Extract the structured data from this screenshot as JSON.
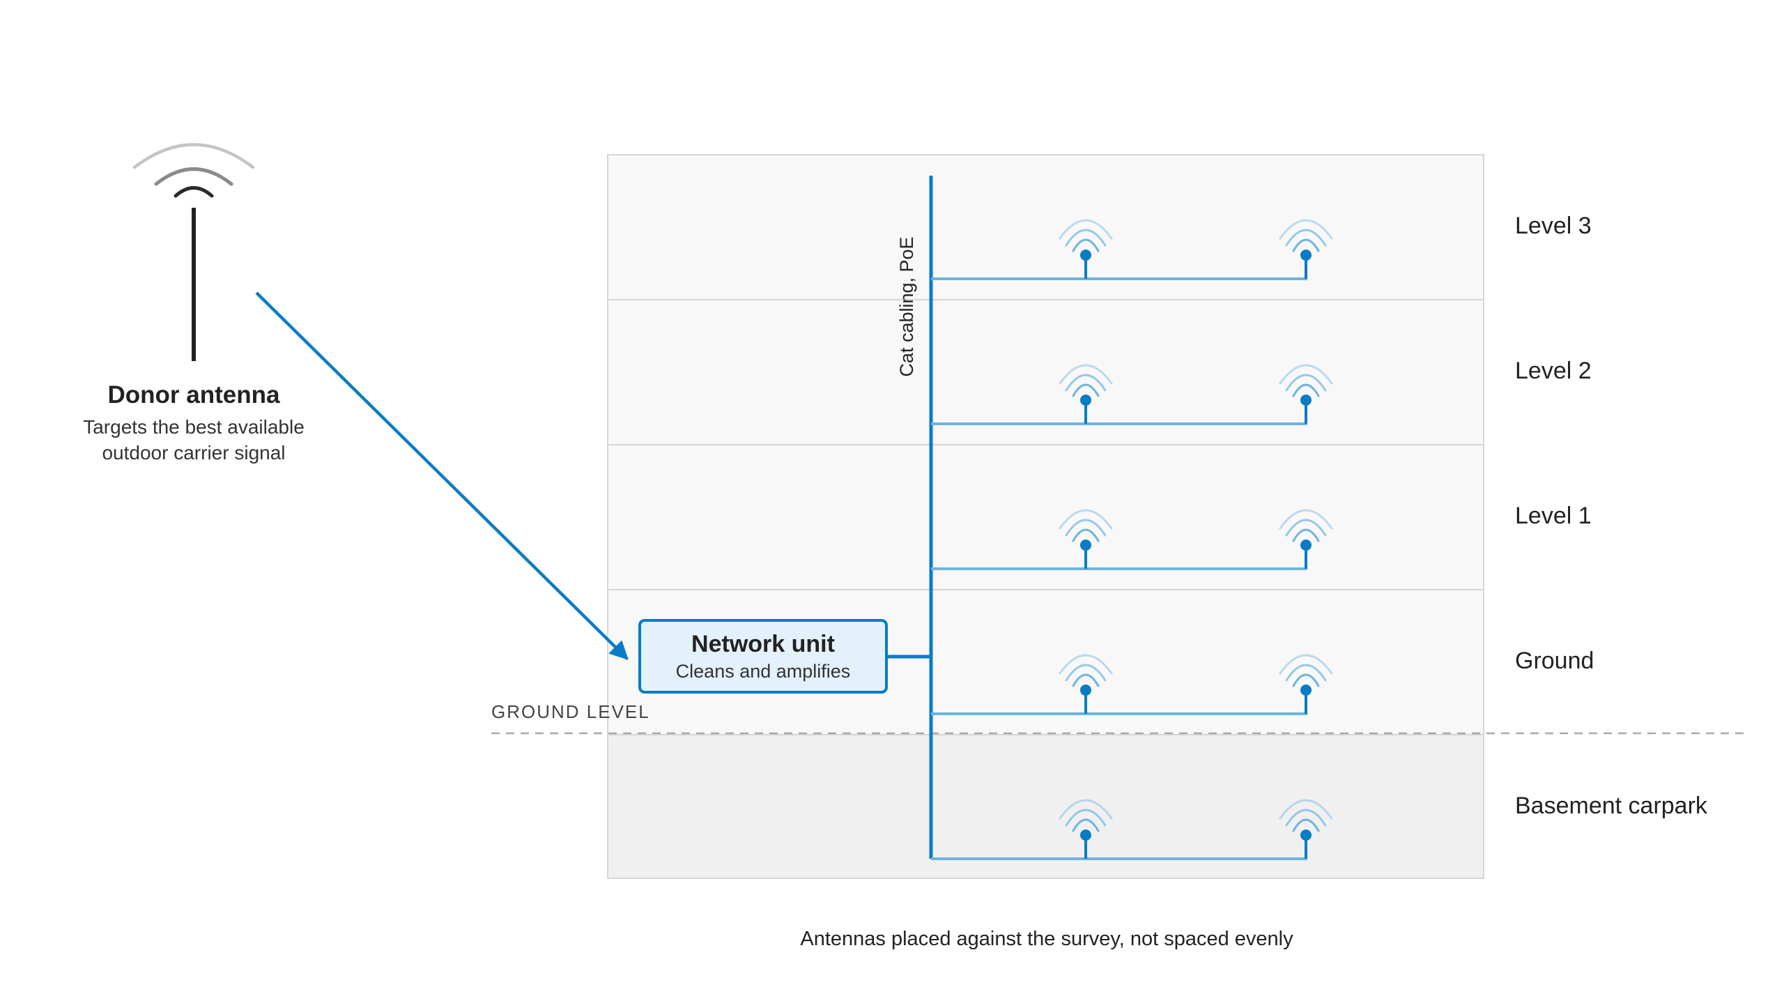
{
  "donor": {
    "title": "Donor antenna",
    "subtitle_line1": "Targets the best available",
    "subtitle_line2": "outdoor carrier signal"
  },
  "network_unit": {
    "title": "Network unit",
    "subtitle": "Cleans and amplifies"
  },
  "cable_label": "Cat cabling, PoE",
  "ground_level_label": "GROUND LEVEL",
  "floors": [
    {
      "name": "Level 3"
    },
    {
      "name": "Level 2"
    },
    {
      "name": "Level 1"
    },
    {
      "name": "Ground"
    },
    {
      "name": "Basement carpark"
    }
  ],
  "caption": "Antennas placed against the survey, not spaced evenly",
  "colors": {
    "accent": "#0a7cc4",
    "accent_light": "#6cb4e0",
    "box_fill": "#e3f1fb",
    "floor_fill": "#f8f8f8",
    "basement_fill": "#f0f0f0",
    "border": "#d6d6d6",
    "text": "#222222"
  },
  "icons": {
    "donor": "donor-antenna-icon",
    "indoor": "indoor-antenna-icon"
  }
}
